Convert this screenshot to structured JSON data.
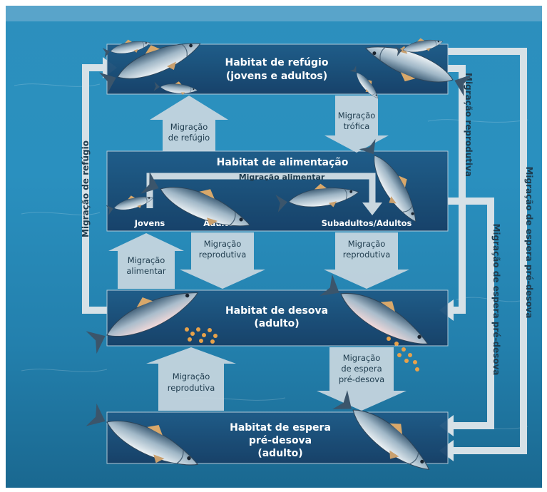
{
  "colors": {
    "water_top": "#1c6f9a",
    "water_mid": "#2a8cb8",
    "water_bottom": "#1f6e95",
    "habitat_box": "#1b4f7a",
    "arrow_fill": "#c9d7df",
    "outline_arrow": "#d6e1e7"
  },
  "habitats": {
    "refugio": {
      "line1": "Habitat de refúgio",
      "line2": "(jovens e adultos)"
    },
    "alimentacao": {
      "title": "Habitat de alimentação",
      "inner_arrow": "Migração alimentar",
      "jovens": "Jovens",
      "adultos": "Adultos",
      "subadultos": "Subadultos/Adultos"
    },
    "desova": {
      "line1": "Habitat de desova",
      "line2": "(adulto)"
    },
    "espera": {
      "line1": "Habitat de espera",
      "line2": "pré-desova",
      "line3": "(adulto)"
    }
  },
  "arrows": {
    "refugio_up": {
      "line1": "Migração",
      "line2": "de refúgio"
    },
    "trofica_down": {
      "line1": "Migração",
      "line2": "trófica"
    },
    "alimentar_up": {
      "line1": "Migração",
      "line2": "alimentar"
    },
    "reprodutiva_left_down": {
      "line1": "Migração",
      "line2": "reprodutiva"
    },
    "reprodutiva_right_down": {
      "line1": "Migração",
      "line2": "reprodutiva"
    },
    "reprodutiva_bottom_up": {
      "line1": "Migração",
      "line2": "reprodutiva"
    },
    "espera_down": {
      "line1": "Migração",
      "line2": "de espera",
      "line3": "pré-desova"
    }
  },
  "side_labels": {
    "left": "Migração de refúgio",
    "right_inner": "Migração reprodutiva",
    "right_mid": "Migração de espera pré-desova",
    "right_outer": "Migração de espera pré-desova"
  }
}
